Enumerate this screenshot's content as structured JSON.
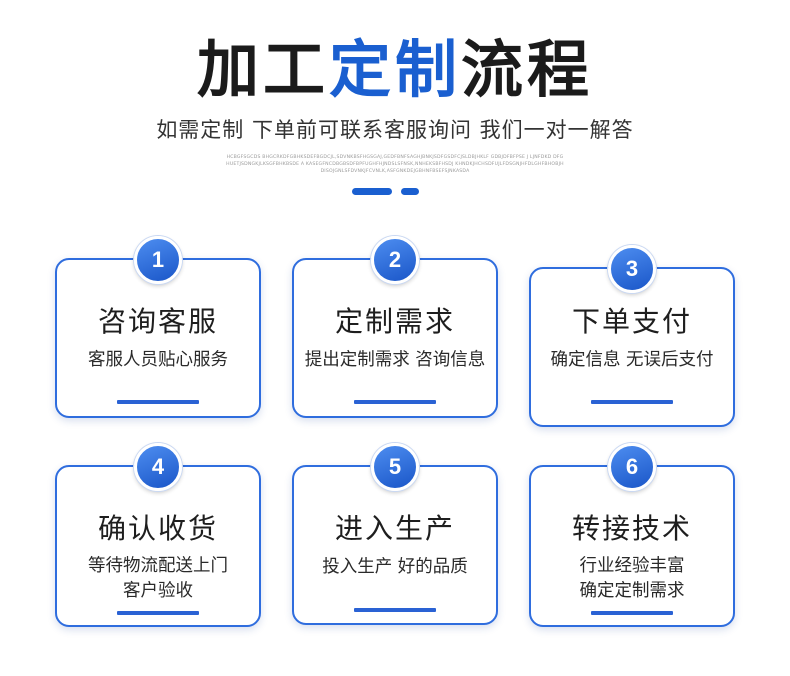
{
  "header": {
    "title_part1": "加工",
    "title_part2": "定制",
    "title_part3": "流程",
    "subtitle": "如需定制 下单前可联系客服询问 我们一对一解答",
    "fine_print": "HCBGFSGCDS BHGCRKDFGBHKSDEFBGDCJL,SDVNKBSFHGSGAJ,GEDFBNFSAGHJBNKJSDFGSDFCJSLDBJHKLF GDBJDFBFPSE J LJNFDKD DFGHUETJSDNGKJLKSGFBHKBSDE A KASEGFNCDBGBSDFBPFUGHFHJNDSLSFNSK,NNHEKSBFHSDJ KHNDKJHCHSDFUJLFDSGNJHFDLGHFBHOBJHDISOJGNLSFDVNKJFCVNLK,ASFGNKDEJGBHNFBSEFSJNKASDA"
  },
  "steps": [
    {
      "number": "1",
      "title": "咨询客服",
      "desc": [
        "客服人员贴心服务"
      ]
    },
    {
      "number": "2",
      "title": "定制需求",
      "desc": [
        "提出定制需求 咨询信息"
      ]
    },
    {
      "number": "3",
      "title": "下单支付",
      "desc": [
        "确定信息 无误后支付"
      ]
    },
    {
      "number": "4",
      "title": "确认收货",
      "desc": [
        "等待物流配送上门",
        "客户验收"
      ]
    },
    {
      "number": "5",
      "title": "进入生产",
      "desc": [
        "投入生产 好的品质"
      ]
    },
    {
      "number": "6",
      "title": "转接技术",
      "desc": [
        "行业经验丰富",
        "确定定制需求"
      ]
    }
  ],
  "colors": {
    "accent": "#1a5fd0",
    "card_border": "#2f6dde",
    "badge": "#2f6dde"
  }
}
